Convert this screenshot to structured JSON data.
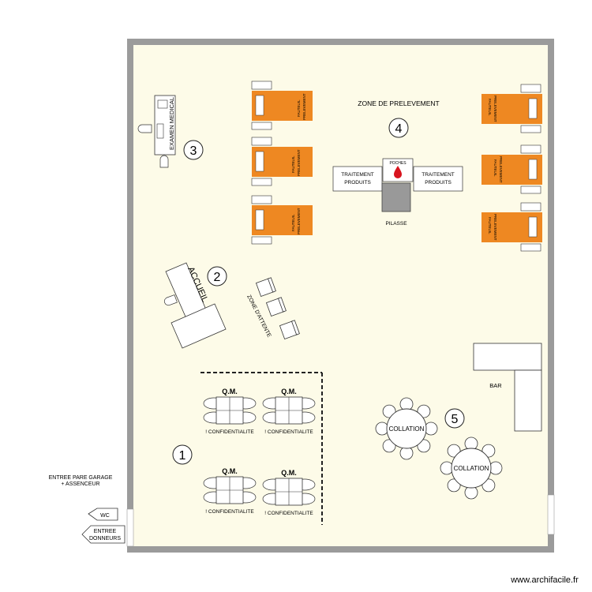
{
  "zones": {
    "prelevement": "ZONE DE PRELEVEMENT",
    "attente": "ZONE D'ATTENTE",
    "bar": "BAR",
    "pilasse": "PILASSE",
    "accueil": "ACCUEIL",
    "examen": "EXAMEN MEDICAL"
  },
  "numbers": [
    "1",
    "2",
    "3",
    "4",
    "5"
  ],
  "chair_label_1": "FAUTEUIL",
  "chair_label_2": "PRELEVEMENT",
  "poches": "POCHES",
  "traitement_1": "TRAITEMENT",
  "traitement_2": "PRODUITS",
  "qm": "Q.M.",
  "confidentialite": "! CONFIDENTIALITE",
  "collation": "COLLATION",
  "entree_garage_1": "ENTREE PARE GARAGE",
  "entree_garage_2": "+ ASSENCEUR",
  "wc": "WC",
  "entree_donneurs_1": "ENTREE",
  "entree_donneurs_2": "DONNEURS",
  "watermark": "www.archifacile.fr",
  "colors": {
    "floor": "#fdfbe8",
    "wall": "#9b9b9b",
    "chair": "#ee8822",
    "confidential": "#e02020",
    "drop": "#d8141e",
    "pillar": "#999999"
  }
}
